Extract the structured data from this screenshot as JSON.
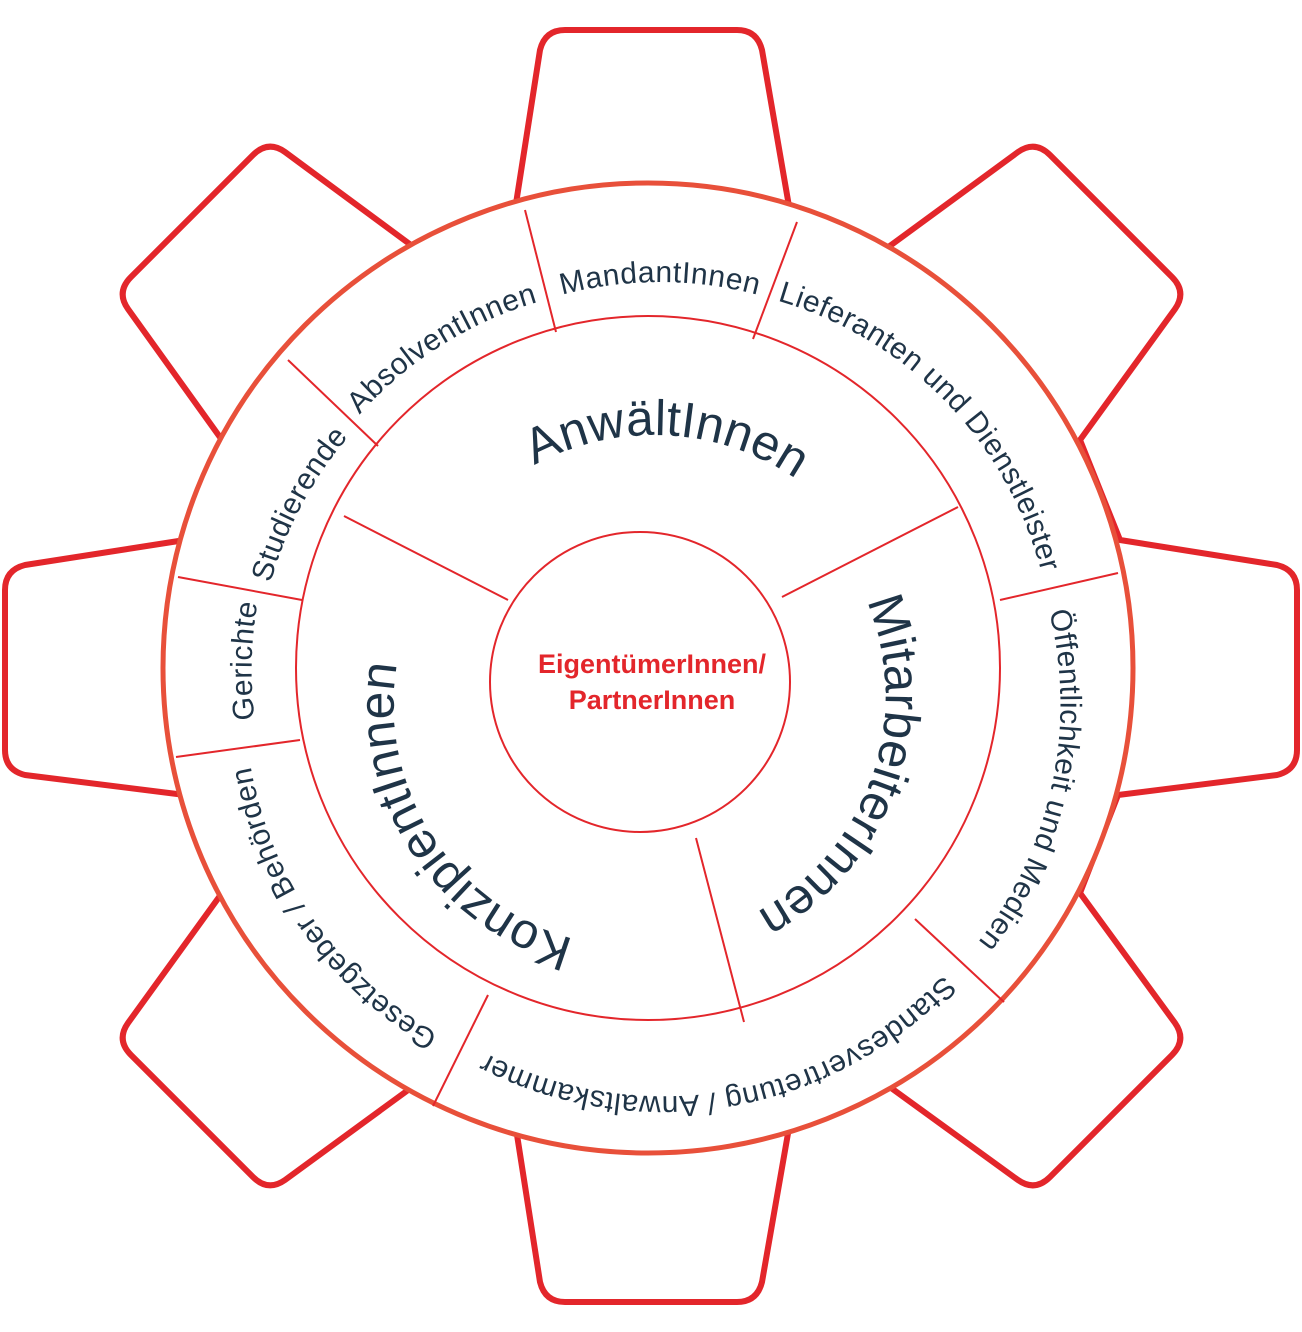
{
  "colors": {
    "gear": "#e3262b",
    "text": "#1f3447",
    "core_text": "#e3262b"
  },
  "core": {
    "line1": "EigentümerInnen/",
    "line2": "PartnerInnen"
  },
  "middle_ring": {
    "anwaelte": "AnwältInnen",
    "mitarbeiter": "MitarbeiterInnen",
    "konzipienten": "KonzipientInnen"
  },
  "outer_ring": {
    "mandanten": "MandantInnen",
    "lieferanten": "Lieferanten und Dienstleister",
    "oeffentlichkeit": "Öffentlichkeit und Medien",
    "standesvertretung": "Standesvertretung / Anwaltskammer",
    "gesetzgeber": "Gesetzgeber / Behörden",
    "gerichte": "Gerichte",
    "studierende": "Studierende",
    "absolventen": "AbsolventInnen"
  }
}
